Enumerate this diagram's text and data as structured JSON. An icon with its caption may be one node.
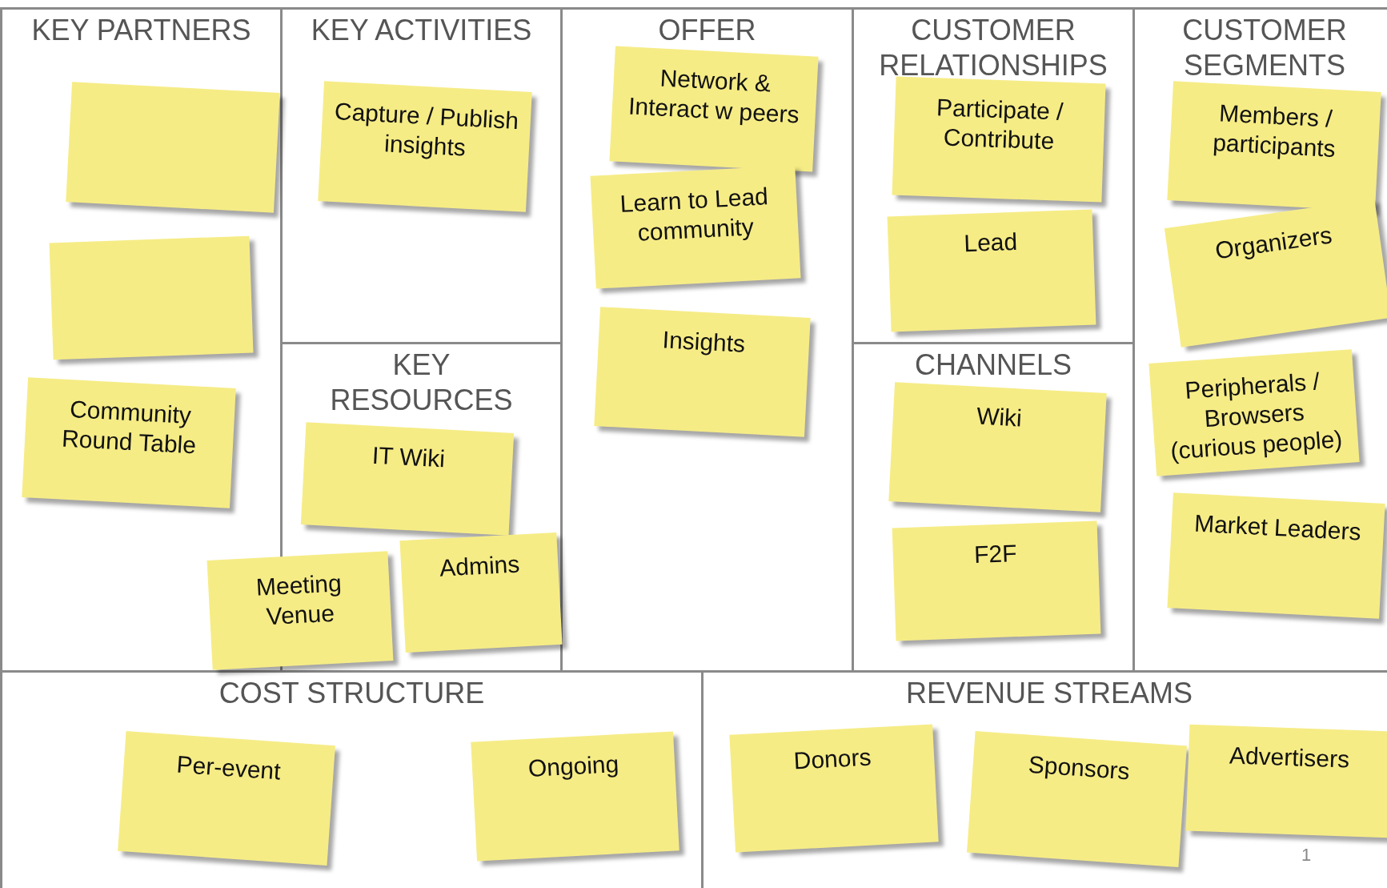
{
  "diagram": {
    "nodes": [
      {
        "text": [
          "KEY PARTNERS"
        ]
      },
      {
        "text": [],
        "shape": "box",
        "in": 0
      },
      {
        "text": [],
        "shape": "box",
        "in": 0
      },
      {
        "text": [
          "Community Round Table"
        ],
        "in": 0
      },
      {
        "text": [
          "KEY ACTIVITIES"
        ]
      },
      {
        "text": [
          "Capture / Publish insights"
        ],
        "in": 4
      },
      {
        "text": [
          "KEY RESOURCES"
        ]
      },
      {
        "text": [
          "IT Wiki"
        ],
        "in": 6
      },
      {
        "text": [
          "Admins"
        ],
        "in": 6
      },
      {
        "text": [
          "Meeting Venue"
        ]
      },
      {
        "text": [
          "OFFER"
        ]
      },
      {
        "text": [
          "Network & Interact w peers"
        ],
        "in": 10
      },
      {
        "text": [
          "Learn to Lead community"
        ],
        "in": 10
      },
      {
        "text": [
          "Insights"
        ],
        "in": 10
      },
      {
        "text": [
          "CUSTOMER RELATIONSHIPS"
        ]
      },
      {
        "text": [
          "Participate / Contribute"
        ],
        "in": 14
      },
      {
        "text": [
          "Lead"
        ],
        "in": 14
      },
      {
        "text": [
          "CHANNELS"
        ]
      },
      {
        "text": [
          "Wiki"
        ],
        "in": 17
      },
      {
        "text": [
          "F2F"
        ],
        "in": 17
      },
      {
        "text": [
          "CUSTOMER SEGMENTS"
        ]
      },
      {
        "text": [
          "Members / participants"
        ],
        "in": 20
      },
      {
        "text": [
          "Organizers"
        ],
        "in": 20
      },
      {
        "text": [
          "Peripherals / Browsers (curious people)"
        ],
        "in": 20
      },
      {
        "text": [
          "Market Leaders"
        ],
        "in": 20
      },
      {
        "text": [
          "COST STRUCTURE"
        ]
      },
      {
        "text": [
          "Per-event"
        ],
        "in": 25
      },
      {
        "text": [
          "Ongoing"
        ],
        "in": 25
      },
      {
        "text": [
          "REVENUE STREAMS"
        ]
      },
      {
        "text": [
          "Donors"
        ],
        "in": 28
      },
      {
        "text": [
          "Sponsors"
        ],
        "in": 28
      },
      {
        "text": [
          "Advertisers"
        ],
        "in": 28
      }
    ],
    "labels": [
      "1"
    ]
  }
}
